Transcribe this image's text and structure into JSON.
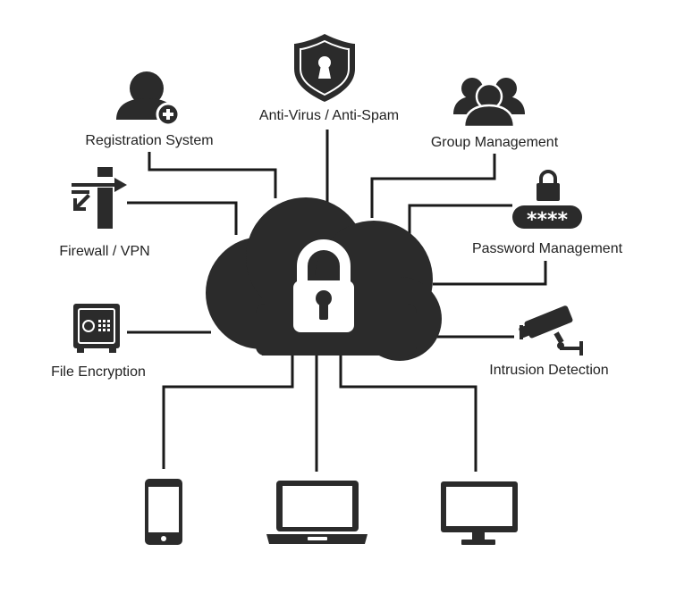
{
  "colors": {
    "ink": "#2b2b2b",
    "line": "#1a1a1a",
    "background": "#ffffff",
    "lock_fill": "#ffffff"
  },
  "center": {
    "icon": "cloud-lock-icon"
  },
  "labels": {
    "antivirus": "Anti-Virus / Anti-Spam",
    "registration": "Registration System",
    "group": "Group Management",
    "firewall": "Firewall / VPN",
    "password": "Password Management",
    "file_encryption": "File Encryption",
    "intrusion": "Intrusion Detection",
    "password_mask": "****"
  },
  "icons": {
    "antivirus": "shield-keyhole-icon",
    "registration": "add-user-icon",
    "group": "group-users-icon",
    "firewall": "firewall-icon",
    "password": "padlock-password-icon",
    "file_encryption": "safe-icon",
    "intrusion": "security-camera-icon"
  },
  "devices": [
    "smartphone-icon",
    "laptop-icon",
    "monitor-icon"
  ]
}
